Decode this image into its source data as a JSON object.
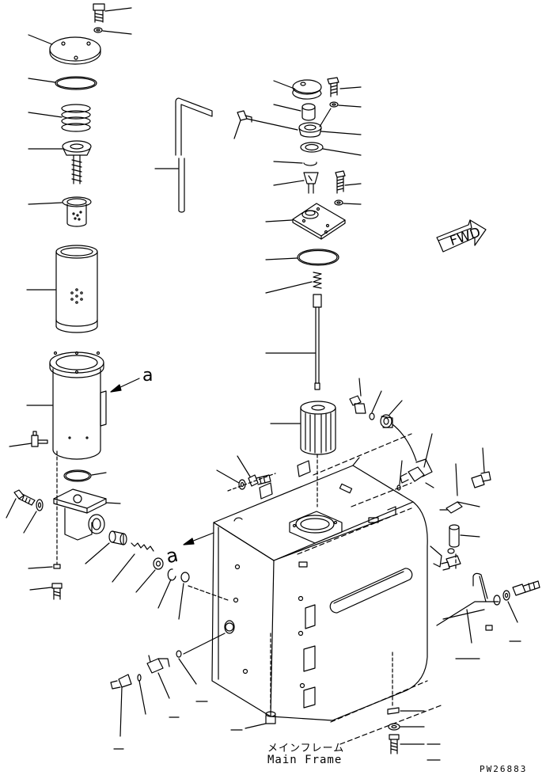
{
  "diagram": {
    "callout_label_a": "a",
    "direction_marker": "FWD",
    "mounting_note_jp": "メインフレーム",
    "mounting_note_en": "Main Frame",
    "drawing_code": "PW26883"
  }
}
